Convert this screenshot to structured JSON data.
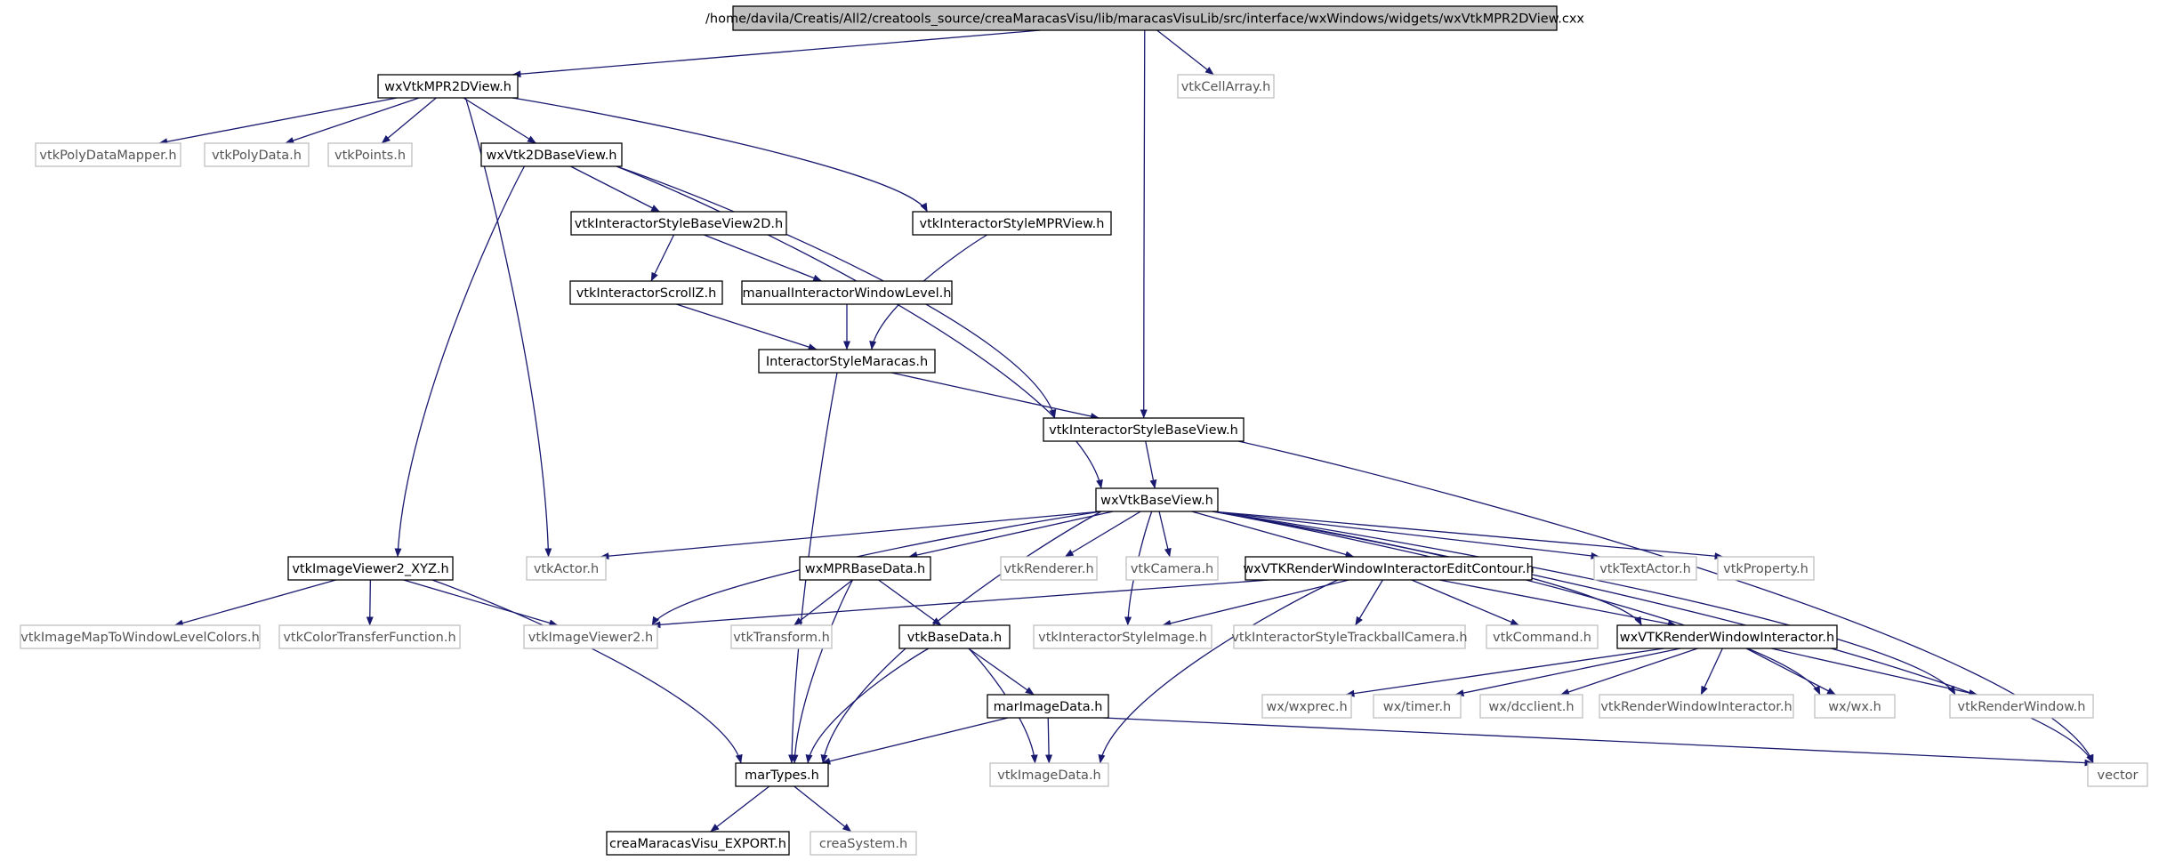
{
  "style": {
    "edge_color": "#191970",
    "main_node_fill": "#bfbfbf",
    "documented_border": "#000000",
    "external_border": "#bfbfbf",
    "external_text": "#555555",
    "text_color": "#000000"
  },
  "nodes": {
    "root": {
      "label": "/home/davila/Creatis/All2/creatools_source/creaMaracasVisu/lib/maracasVisuLib/src/interface/wxWindows/widgets/wxVtkMPR2DView.cxx",
      "kind": "main"
    },
    "wxVtkMPR2DView": {
      "label": "wxVtkMPR2DView.h",
      "kind": "doc"
    },
    "vtkCellArray": {
      "label": "vtkCellArray.h",
      "kind": "ext"
    },
    "vtkPolyDataMapper": {
      "label": "vtkPolyDataMapper.h",
      "kind": "ext"
    },
    "vtkPolyData": {
      "label": "vtkPolyData.h",
      "kind": "ext"
    },
    "vtkPoints": {
      "label": "vtkPoints.h",
      "kind": "ext"
    },
    "wxVtk2DBaseView": {
      "label": "wxVtk2DBaseView.h",
      "kind": "doc"
    },
    "vtkInteractorStyleMPRView": {
      "label": "vtkInteractorStyleMPRView.h",
      "kind": "doc"
    },
    "vtkInteractorStyleBaseView2D": {
      "label": "vtkInteractorStyleBaseView2D.h",
      "kind": "doc"
    },
    "vtkInteractorScrollZ": {
      "label": "vtkInteractorScrollZ.h",
      "kind": "doc"
    },
    "manualInteractorWindowLevel": {
      "label": "manualInteractorWindowLevel.h",
      "kind": "doc"
    },
    "InteractorStyleMaracas": {
      "label": "InteractorStyleMaracas.h",
      "kind": "doc"
    },
    "vtkInteractorStyleBaseView": {
      "label": "vtkInteractorStyleBaseView.h",
      "kind": "doc"
    },
    "wxVtkBaseView": {
      "label": "wxVtkBaseView.h",
      "kind": "doc"
    },
    "vtkImageViewer2_XYZ": {
      "label": "vtkImageViewer2_XYZ.h",
      "kind": "doc"
    },
    "vtkActor": {
      "label": "vtkActor.h",
      "kind": "ext"
    },
    "wxMPRBaseData": {
      "label": "wxMPRBaseData.h",
      "kind": "doc"
    },
    "vtkRenderer": {
      "label": "vtkRenderer.h",
      "kind": "ext"
    },
    "vtkCamera": {
      "label": "vtkCamera.h",
      "kind": "ext"
    },
    "wxVTKRenderWindowInteractorEditContour": {
      "label": "wxVTKRenderWindowInteractorEditContour.h",
      "kind": "doc"
    },
    "vtkTextActor": {
      "label": "vtkTextActor.h",
      "kind": "ext"
    },
    "vtkProperty": {
      "label": "vtkProperty.h",
      "kind": "ext"
    },
    "vtkImageMapToWindowLevelColors": {
      "label": "vtkImageMapToWindowLevelColors.h",
      "kind": "ext"
    },
    "vtkColorTransferFunction": {
      "label": "vtkColorTransferFunction.h",
      "kind": "ext"
    },
    "vtkImageViewer2": {
      "label": "vtkImageViewer2.h",
      "kind": "ext"
    },
    "vtkTransform": {
      "label": "vtkTransform.h",
      "kind": "ext"
    },
    "vtkBaseData": {
      "label": "vtkBaseData.h",
      "kind": "doc"
    },
    "vtkInteractorStyleImage": {
      "label": "vtkInteractorStyleImage.h",
      "kind": "ext"
    },
    "vtkInteractorStyleTrackballCamera": {
      "label": "vtkInteractorStyleTrackballCamera.h",
      "kind": "ext"
    },
    "vtkCommand": {
      "label": "vtkCommand.h",
      "kind": "ext"
    },
    "wxVTKRenderWindowInteractor": {
      "label": "wxVTKRenderWindowInteractor.h",
      "kind": "doc"
    },
    "wxwxprec": {
      "label": "wx/wxprec.h",
      "kind": "ext"
    },
    "wxtimer": {
      "label": "wx/timer.h",
      "kind": "ext"
    },
    "wxdcclient": {
      "label": "wx/dcclient.h",
      "kind": "ext"
    },
    "vtkRenderWindowInteractor": {
      "label": "vtkRenderWindowInteractor.h",
      "kind": "ext"
    },
    "wxwx": {
      "label": "wx/wx.h",
      "kind": "ext"
    },
    "vtkRenderWindow": {
      "label": "vtkRenderWindow.h",
      "kind": "ext"
    },
    "marImageData": {
      "label": "marImageData.h",
      "kind": "doc"
    },
    "marTypes": {
      "label": "marTypes.h",
      "kind": "doc"
    },
    "vtkImageData": {
      "label": "vtkImageData.h",
      "kind": "ext"
    },
    "vector": {
      "label": "vector",
      "kind": "ext"
    },
    "creaMaracasVisu_EXPORT": {
      "label": "creaMaracasVisu_EXPORT.h",
      "kind": "doc"
    },
    "creaSystem": {
      "label": "creaSystem.h",
      "kind": "ext"
    }
  },
  "edges": [
    [
      "root",
      "wxVtkMPR2DView"
    ],
    [
      "root",
      "vtkCellArray"
    ],
    [
      "root",
      "vtkInteractorStyleBaseView"
    ],
    [
      "wxVtkMPR2DView",
      "vtkPolyDataMapper"
    ],
    [
      "wxVtkMPR2DView",
      "vtkPolyData"
    ],
    [
      "wxVtkMPR2DView",
      "vtkPoints"
    ],
    [
      "wxVtkMPR2DView",
      "wxVtk2DBaseView"
    ],
    [
      "wxVtkMPR2DView",
      "vtkInteractorStyleMPRView"
    ],
    [
      "wxVtkMPR2DView",
      "vtkActor"
    ],
    [
      "wxVtk2DBaseView",
      "vtkInteractorStyleBaseView2D"
    ],
    [
      "wxVtk2DBaseView",
      "vtkInteractorStyleBaseView"
    ],
    [
      "wxVtk2DBaseView",
      "wxVtkBaseView"
    ],
    [
      "wxVtk2DBaseView",
      "vtkImageViewer2_XYZ"
    ],
    [
      "vtkInteractorStyleBaseView2D",
      "vtkInteractorScrollZ"
    ],
    [
      "vtkInteractorStyleBaseView2D",
      "manualInteractorWindowLevel"
    ],
    [
      "vtkInteractorScrollZ",
      "InteractorStyleMaracas"
    ],
    [
      "manualInteractorWindowLevel",
      "InteractorStyleMaracas"
    ],
    [
      "vtkInteractorStyleMPRView",
      "InteractorStyleMaracas"
    ],
    [
      "InteractorStyleMaracas",
      "vtkInteractorStyleBaseView"
    ],
    [
      "InteractorStyleMaracas",
      "marTypes"
    ],
    [
      "vtkInteractorStyleBaseView",
      "wxVtkBaseView"
    ],
    [
      "vtkInteractorStyleBaseView",
      "vector"
    ],
    [
      "wxVtkBaseView",
      "vtkActor"
    ],
    [
      "wxVtkBaseView",
      "vtkImageViewer2"
    ],
    [
      "wxVtkBaseView",
      "marTypes"
    ],
    [
      "wxVtkBaseView",
      "wxMPRBaseData"
    ],
    [
      "wxVtkBaseView",
      "vtkInteractorStyleImage"
    ],
    [
      "wxVtkBaseView",
      "vtkRenderer"
    ],
    [
      "wxVtkBaseView",
      "vtkCamera"
    ],
    [
      "wxVtkBaseView",
      "wxVTKRenderWindowInteractorEditContour"
    ],
    [
      "wxVtkBaseView",
      "wxVTKRenderWindowInteractor"
    ],
    [
      "wxVtkBaseView",
      "vtkTextActor"
    ],
    [
      "wxVtkBaseView",
      "vtkProperty"
    ],
    [
      "wxVtkBaseView",
      "wxwx"
    ],
    [
      "wxVtkBaseView",
      "vtkRenderWindow"
    ],
    [
      "wxVtkBaseView",
      "vector"
    ],
    [
      "vtkImageViewer2_XYZ",
      "vtkImageMapToWindowLevelColors"
    ],
    [
      "vtkImageViewer2_XYZ",
      "vtkColorTransferFunction"
    ],
    [
      "vtkImageViewer2_XYZ",
      "vtkImageViewer2"
    ],
    [
      "vtkImageViewer2_XYZ",
      "marTypes"
    ],
    [
      "wxMPRBaseData",
      "vtkTransform"
    ],
    [
      "wxMPRBaseData",
      "vtkBaseData"
    ],
    [
      "wxMPRBaseData",
      "marTypes"
    ],
    [
      "wxVTKRenderWindowInteractorEditContour",
      "vtkImageViewer2"
    ],
    [
      "wxVTKRenderWindowInteractorEditContour",
      "vtkInteractorStyleImage"
    ],
    [
      "wxVTKRenderWindowInteractorEditContour",
      "vtkInteractorStyleTrackballCamera"
    ],
    [
      "wxVTKRenderWindowInteractorEditContour",
      "vtkCommand"
    ],
    [
      "wxVTKRenderWindowInteractorEditContour",
      "wxVTKRenderWindowInteractor"
    ],
    [
      "wxVTKRenderWindowInteractorEditContour",
      "vtkImageData"
    ],
    [
      "vtkBaseData",
      "marImageData"
    ],
    [
      "vtkBaseData",
      "marTypes"
    ],
    [
      "vtkBaseData",
      "vtkImageData"
    ],
    [
      "wxVTKRenderWindowInteractor",
      "wxwxprec"
    ],
    [
      "wxVTKRenderWindowInteractor",
      "wxtimer"
    ],
    [
      "wxVTKRenderWindowInteractor",
      "wxdcclient"
    ],
    [
      "wxVTKRenderWindowInteractor",
      "vtkRenderWindowInteractor"
    ],
    [
      "wxVTKRenderWindowInteractor",
      "wxwx"
    ],
    [
      "wxVTKRenderWindowInteractor",
      "vtkRenderWindow"
    ],
    [
      "marImageData",
      "marTypes"
    ],
    [
      "marImageData",
      "vtkImageData"
    ],
    [
      "marImageData",
      "vector"
    ],
    [
      "marTypes",
      "creaMaracasVisu_EXPORT"
    ],
    [
      "marTypes",
      "creaSystem"
    ]
  ]
}
